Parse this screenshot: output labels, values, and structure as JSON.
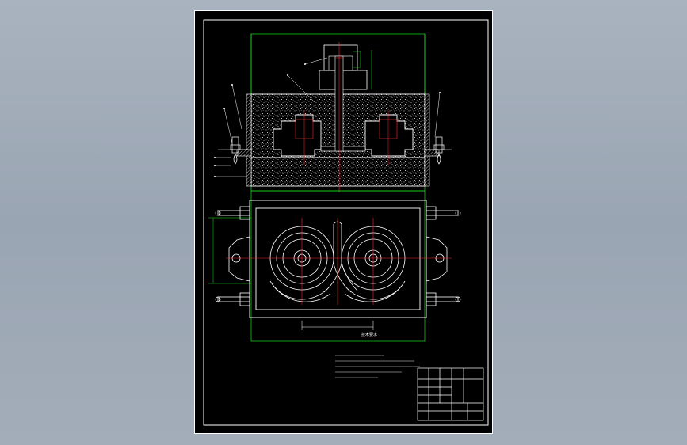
{
  "colors": {
    "sheet": "#000000",
    "border": "#ffffff",
    "centerline": "#ff2a2a",
    "construction": "#19e619",
    "hatch": "#d9d9d9",
    "dimension": "#ffffff"
  },
  "notes": {
    "heading": "技术要求",
    "lines": [
      "1.",
      "2.",
      "3.",
      "4.",
      "5."
    ]
  },
  "title_block": {
    "present": true
  }
}
